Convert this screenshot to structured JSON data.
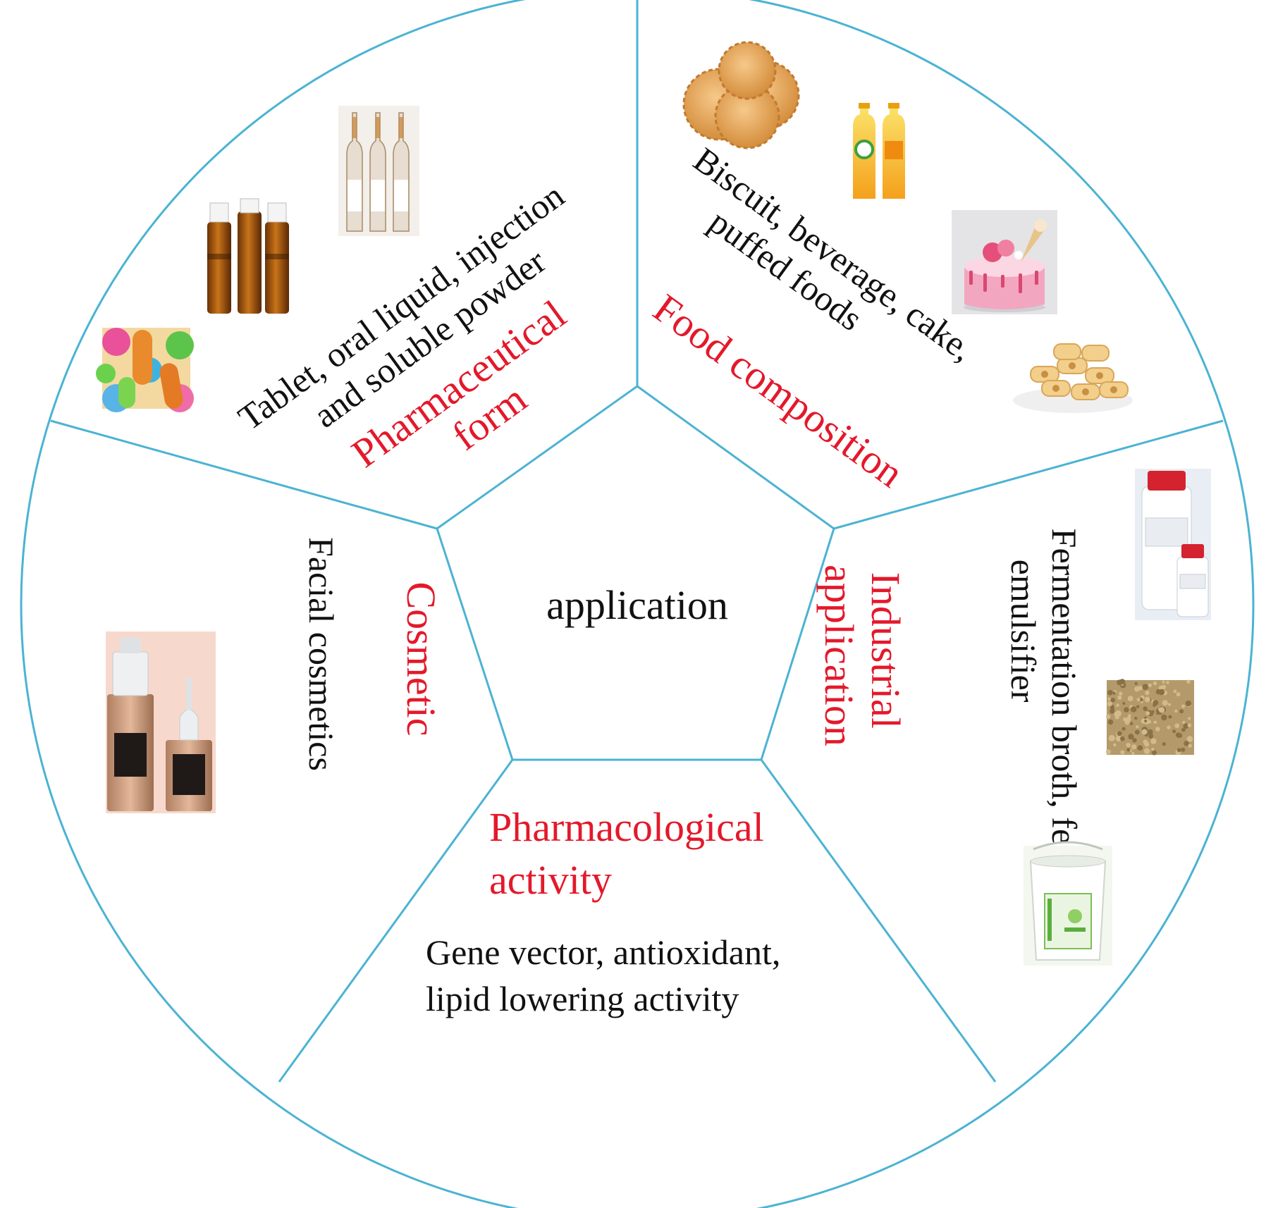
{
  "center": {
    "label": "application"
  },
  "colors": {
    "line": "#4BB3D3",
    "category": "#E3192B",
    "text": "#111111"
  },
  "sectors": {
    "pharmaceutical": {
      "category_lines": [
        "Pharmaceutical",
        "form"
      ],
      "description_lines": [
        "Tablet, oral liquid, injection",
        "and soluble powder"
      ],
      "icons": [
        "colorful-pills-icon",
        "amber-vials-icon",
        "glass-ampoules-icon"
      ]
    },
    "food": {
      "category_lines": [
        "Food composition"
      ],
      "description_lines": [
        "Biscuit, beverage, cake,",
        "puffed foods"
      ],
      "icons": [
        "biscuits-icon",
        "juice-bottles-icon",
        "cake-icon",
        "puffed-snacks-icon"
      ]
    },
    "industrial": {
      "category_lines": [
        "Industrial",
        "application"
      ],
      "description_lines": [
        "Fermentation broth, feed,",
        "emulsifier"
      ],
      "icons": [
        "reagent-bottles-icon",
        "feed-granules-icon",
        "bucket-icon"
      ]
    },
    "pharmacological": {
      "category_lines": [
        "Pharmacological",
        "activity"
      ],
      "description_lines": [
        "Gene vector, antioxidant,",
        "lipid lowering activity"
      ],
      "icons": []
    },
    "cosmetic": {
      "category_lines": [
        "Cosmetic"
      ],
      "description_lines": [
        "Facial cosmetics"
      ],
      "icons": [
        "serum-bottles-icon"
      ]
    }
  }
}
